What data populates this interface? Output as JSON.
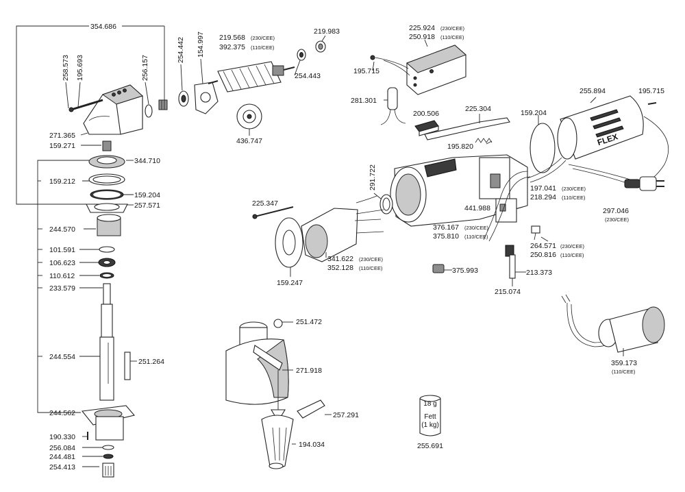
{
  "parts": {
    "p354686": "354.686",
    "p258573": "258.573",
    "p195693": "195.693",
    "p256157": "256.157",
    "p254442": "254.442",
    "p154997": "154.997",
    "p219568": "219.568",
    "p392375": "392.375",
    "p219983": "219.983",
    "p254443": "254.443",
    "p436747": "436.747",
    "p271365": "271.365",
    "p159271": "159.271",
    "p344710": "344.710",
    "p159212": "159.212",
    "p159204a": "159.204",
    "p257571": "257.571",
    "p244570": "244.570",
    "p101591": "101.591",
    "p106623": "106.623",
    "p110612": "110.612",
    "p233579": "233.579",
    "p244554": "244.554",
    "p251264": "251.264",
    "p244562": "244.562",
    "p190330": "190.330",
    "p256084": "256.084",
    "p244481": "244.481",
    "p254413": "254.413",
    "p225924": "225.924",
    "p250918": "250.918",
    "p195715a": "195.715",
    "p281301": "281.301",
    "p200506": "200.506",
    "p225304": "225.304",
    "p195820": "195.820",
    "p255894": "255.894",
    "p195715b": "195.715",
    "p159204b": "159.204",
    "p291722": "291.722",
    "p225347": "225.347",
    "p441988": "441.988",
    "p197041": "197.041",
    "p218294": "218.294",
    "p297046": "297.046",
    "p376167": "376.167",
    "p375810": "375.810",
    "p341622": "341.622",
    "p352128": "352.128",
    "p159247": "159.247",
    "p264571": "264.571",
    "p250816": "250.816",
    "p375993": "375.993",
    "p213373": "213.373",
    "p215074": "215.074",
    "p359173": "359.173",
    "p251472": "251.472",
    "p271918": "271.918",
    "p257291": "257.291",
    "p194034": "194.034",
    "p255691": "255.691"
  },
  "tags": {
    "cee230": "(230/CEE)",
    "cee110": "(110/CEE)"
  },
  "grease": {
    "amount": "18 g",
    "name": "Fett",
    "size": "(1 kg)"
  },
  "brand": "FLEX"
}
